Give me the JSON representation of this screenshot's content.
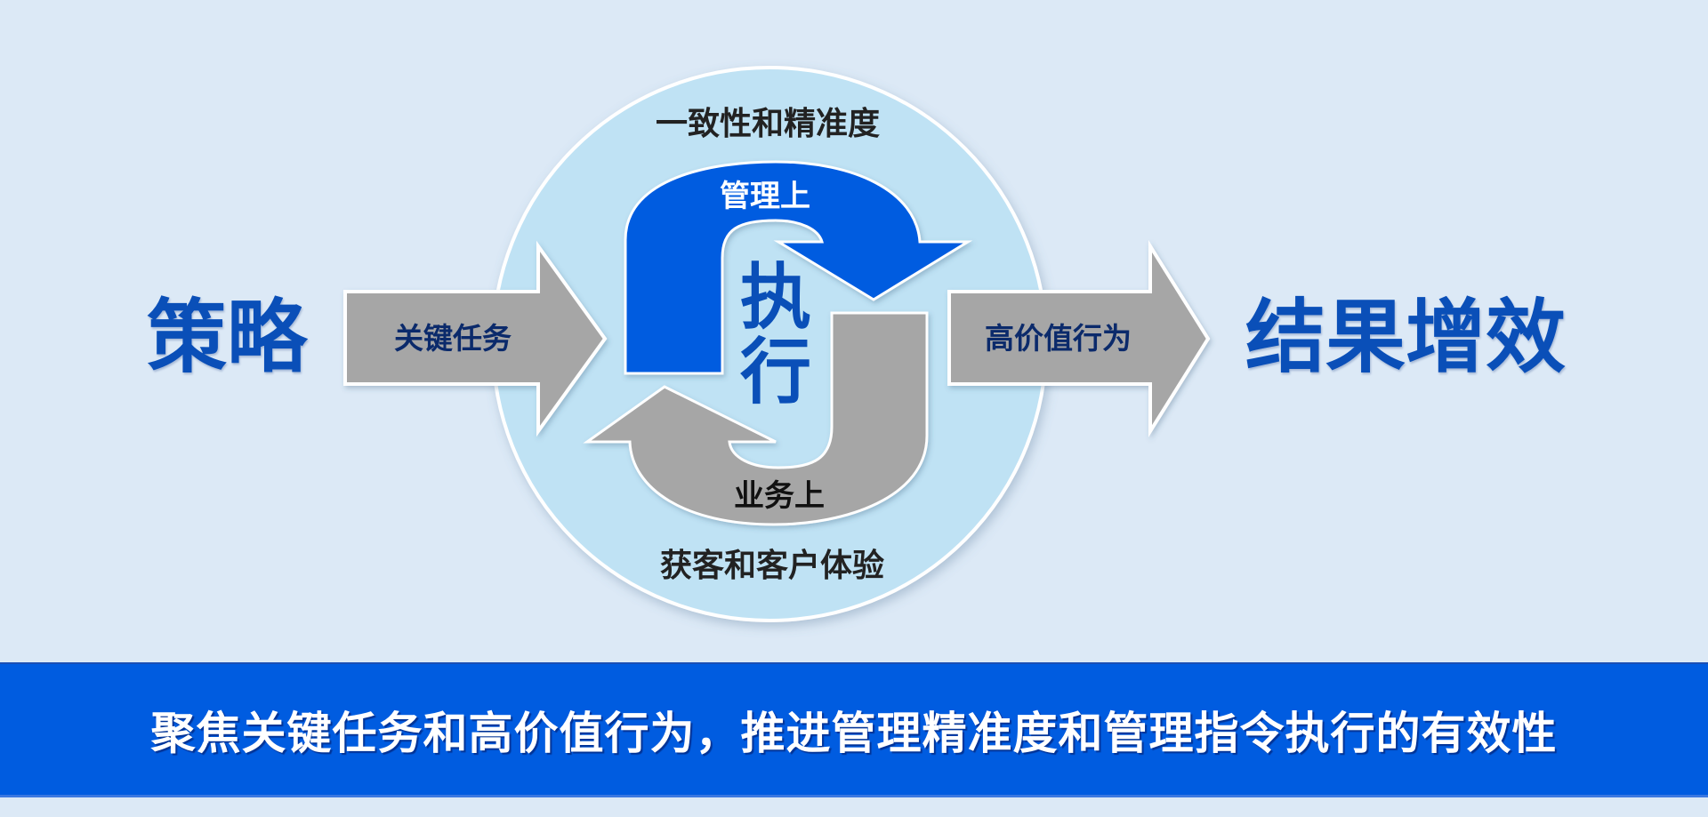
{
  "colors": {
    "background": "#dce9f6",
    "circle_fill": "#bfe2f4",
    "circle_border": "#ffffff",
    "primary_blue": "#005ce0",
    "title_blue": "#0a4fb8",
    "arrow_gray": "#a6a6a6",
    "arrow_text_navy": "#0b2a6b",
    "banner_blue": "#005ce0"
  },
  "left": {
    "title": "策略",
    "arrow_label": "关键任务"
  },
  "center": {
    "top_ring_label": "一致性和精准度",
    "top_arrow_label": "管理上",
    "core_char_1": "执",
    "core_char_2": "行",
    "bottom_arrow_label": "业务上",
    "bottom_ring_label": "获客和客户体验"
  },
  "right": {
    "arrow_label": "高价值行为",
    "title": "结果增效"
  },
  "banner": {
    "text": "聚焦关键任务和高价值行为，推进管理精准度和管理指令执行的有效性"
  }
}
